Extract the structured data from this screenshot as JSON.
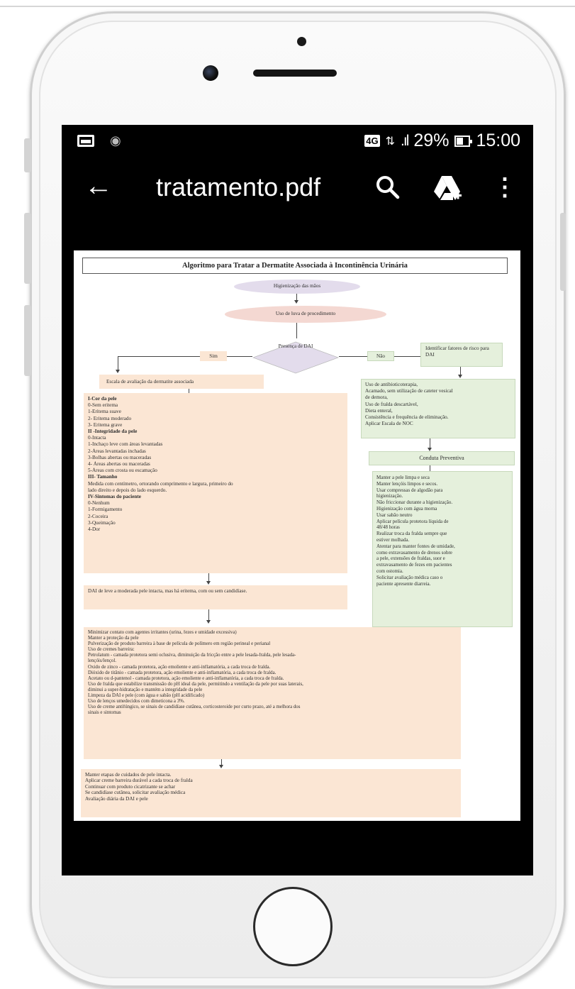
{
  "status_bar": {
    "network": "4G",
    "battery": "29%",
    "time": "15:00"
  },
  "app_bar": {
    "title": "tratamento.pdf"
  },
  "icons": {
    "back": "arrow-left-icon",
    "search": "search-icon",
    "drive": "google-drive-add-icon",
    "more": "more-vert-icon"
  },
  "colors": {
    "peach_box": "#fbe6d4",
    "green_box": "#e5f0dc",
    "oval_lavender": "#e3dcec",
    "oval_pink": "#f4d8d2"
  },
  "document": {
    "title": "Algoritmo para Tratar a Dermatite Associada à Incontinência Urinária",
    "step1": "Higienização das mãos",
    "step2": "Uso de luva de procedimento",
    "decision": "Presença de DAI",
    "yes": "Sim",
    "no": "Não",
    "scale_label": "Escala de avaliação da dermatite associada",
    "identify_factors": "Identificar fatores de risco para DAI",
    "risk_factors": [
      "Uso de antibioticoterapia,",
      "Acamado, sem utilização de cateter vesical",
      "de demora,",
      "Uso de fralda descartável,",
      "Dieta enteral,",
      "Consistência e frequência de eliminação.",
      "Aplicar Escala de NOC"
    ],
    "preventive_title": "Conduta Preventiva",
    "preventive": [
      "Manter a pele limpa e seca",
      "Manter lençóis limpos e secos.",
      "Usar compressas de algodão para",
      "higienização.",
      "Não friccionar durante a higienização.",
      "Higienização com água morna",
      "Usar sabão neutro",
      "Aplicar película protetora líquida de",
      "48/48 horas",
      "Realizar troca da fralda sempre que",
      "estiver molhada.",
      "Atentar para manter fontes de umidade,",
      "como extravasamento de drenos sobre",
      "a pele, extensões de fraldas, suor e",
      "extravasamento de fezes em pacientes",
      "com ostomia.",
      "Solicitar avaliação médica caso o",
      "paciente apresente diarreia."
    ],
    "scale": [
      {
        "t": "I-Cor da pele",
        "b": true
      },
      {
        "t": "0-Sem eritema",
        "b": false
      },
      {
        "t": "1-Eritema suave",
        "b": false
      },
      {
        "t": "2- Eritema moderado",
        "b": false
      },
      {
        "t": "3- Eritema grave",
        "b": false
      },
      {
        "t": "II -Integridade da pele",
        "b": true
      },
      {
        "t": "0-Intacta",
        "b": false
      },
      {
        "t": "1-Inchaço leve com áreas levantadas",
        "b": false
      },
      {
        "t": "2-Áreas levantadas inchadas",
        "b": false
      },
      {
        "t": "3-Bolhas abertas ou maceradas",
        "b": false
      },
      {
        "t": "4- Áreas abertas ou maceradas",
        "b": false
      },
      {
        "t": "5-Áreas com crosta ou escamação",
        "b": false
      },
      {
        "t": "III- Tamanho",
        "b": true
      },
      {
        "t": "Medida com centímetro, ortorando comprimento e largura, primeiro do",
        "b": false
      },
      {
        "t": "lado direito e depois do lado esquerdo.",
        "b": false
      },
      {
        "t": "IV-Sintomas do paciente",
        "b": true
      },
      {
        "t": "0-Nenhum",
        "b": false
      },
      {
        "t": "1-Formigamento",
        "b": false
      },
      {
        "t": "2-Coceira",
        "b": false
      },
      {
        "t": "3-Queimação",
        "b": false
      },
      {
        "t": "4-Dor",
        "b": false
      }
    ],
    "dai_level": "DAI de leve a moderada pele intacta, mas há eritema, com ou sem candidíase.",
    "treatment": [
      {
        "t": "Minimizar contato com agentes irritantes (urina, fezes e umidade excessiva)",
        "b": false
      },
      {
        "t": "Manter a proteção da pele",
        "b": false
      },
      {
        "t": "Pulverização de produto barreira à base de película de polímero em região perineal e perianal",
        "b": false
      },
      {
        "t": "Uso de cremes barreira:",
        "b": false
      },
      {
        "t": "Petrolatum - camada protetora semi oclusiva, diminuição da fricção entre a pele lesada-fralda, pele lesada-",
        "b": false
      },
      {
        "t": "lençóis/lençol.",
        "b": false
      },
      {
        "t": "Óxido de zinco - camada protetora, ação emoliente e anti-inflamatória, a cada troca de fralda.",
        "b": false
      },
      {
        "t": "Dióxido de titânio - camada protetora, ação emoliente e anti-inflamatória, a cada troca de fralda.",
        "b": false
      },
      {
        "t": "Acetato ou d-pantenol - camada protetora, ação emoliente e anti-inflamatória, a cada troca de fralda.",
        "b": false
      },
      {
        "t": "Uso de fralda que estabilize transmissão do pH ideal da pele, permitindo a ventilação da pele por suas laterais,",
        "b": false
      },
      {
        "t": "diminui a super-hidratação e mantém a integridade da pele",
        "b": false
      },
      {
        "t": "Limpeza da DAI e pele (com água e sabão (pH acidificado)",
        "b": false
      },
      {
        "t": "Uso de lenços umedecidos com dimeticona a 3%.",
        "b": false
      },
      {
        "t": "Uso de creme antifúngico, se sinais de candidíase cutânea, corticosteroide por curto prazo, até a melhora dos",
        "b": false
      },
      {
        "t": "sinais e sintomas",
        "b": false
      }
    ],
    "maintenance": [
      "Manter etapas de cuidados de pele intacta.",
      "Aplicar creme barreira durável a cada troca de fralda",
      "Continuar com produto cicatrizante se achar",
      "Se candidíase cutânea, solicitar avaliação médica",
      "Avaliação diária da DAI e pele"
    ]
  }
}
